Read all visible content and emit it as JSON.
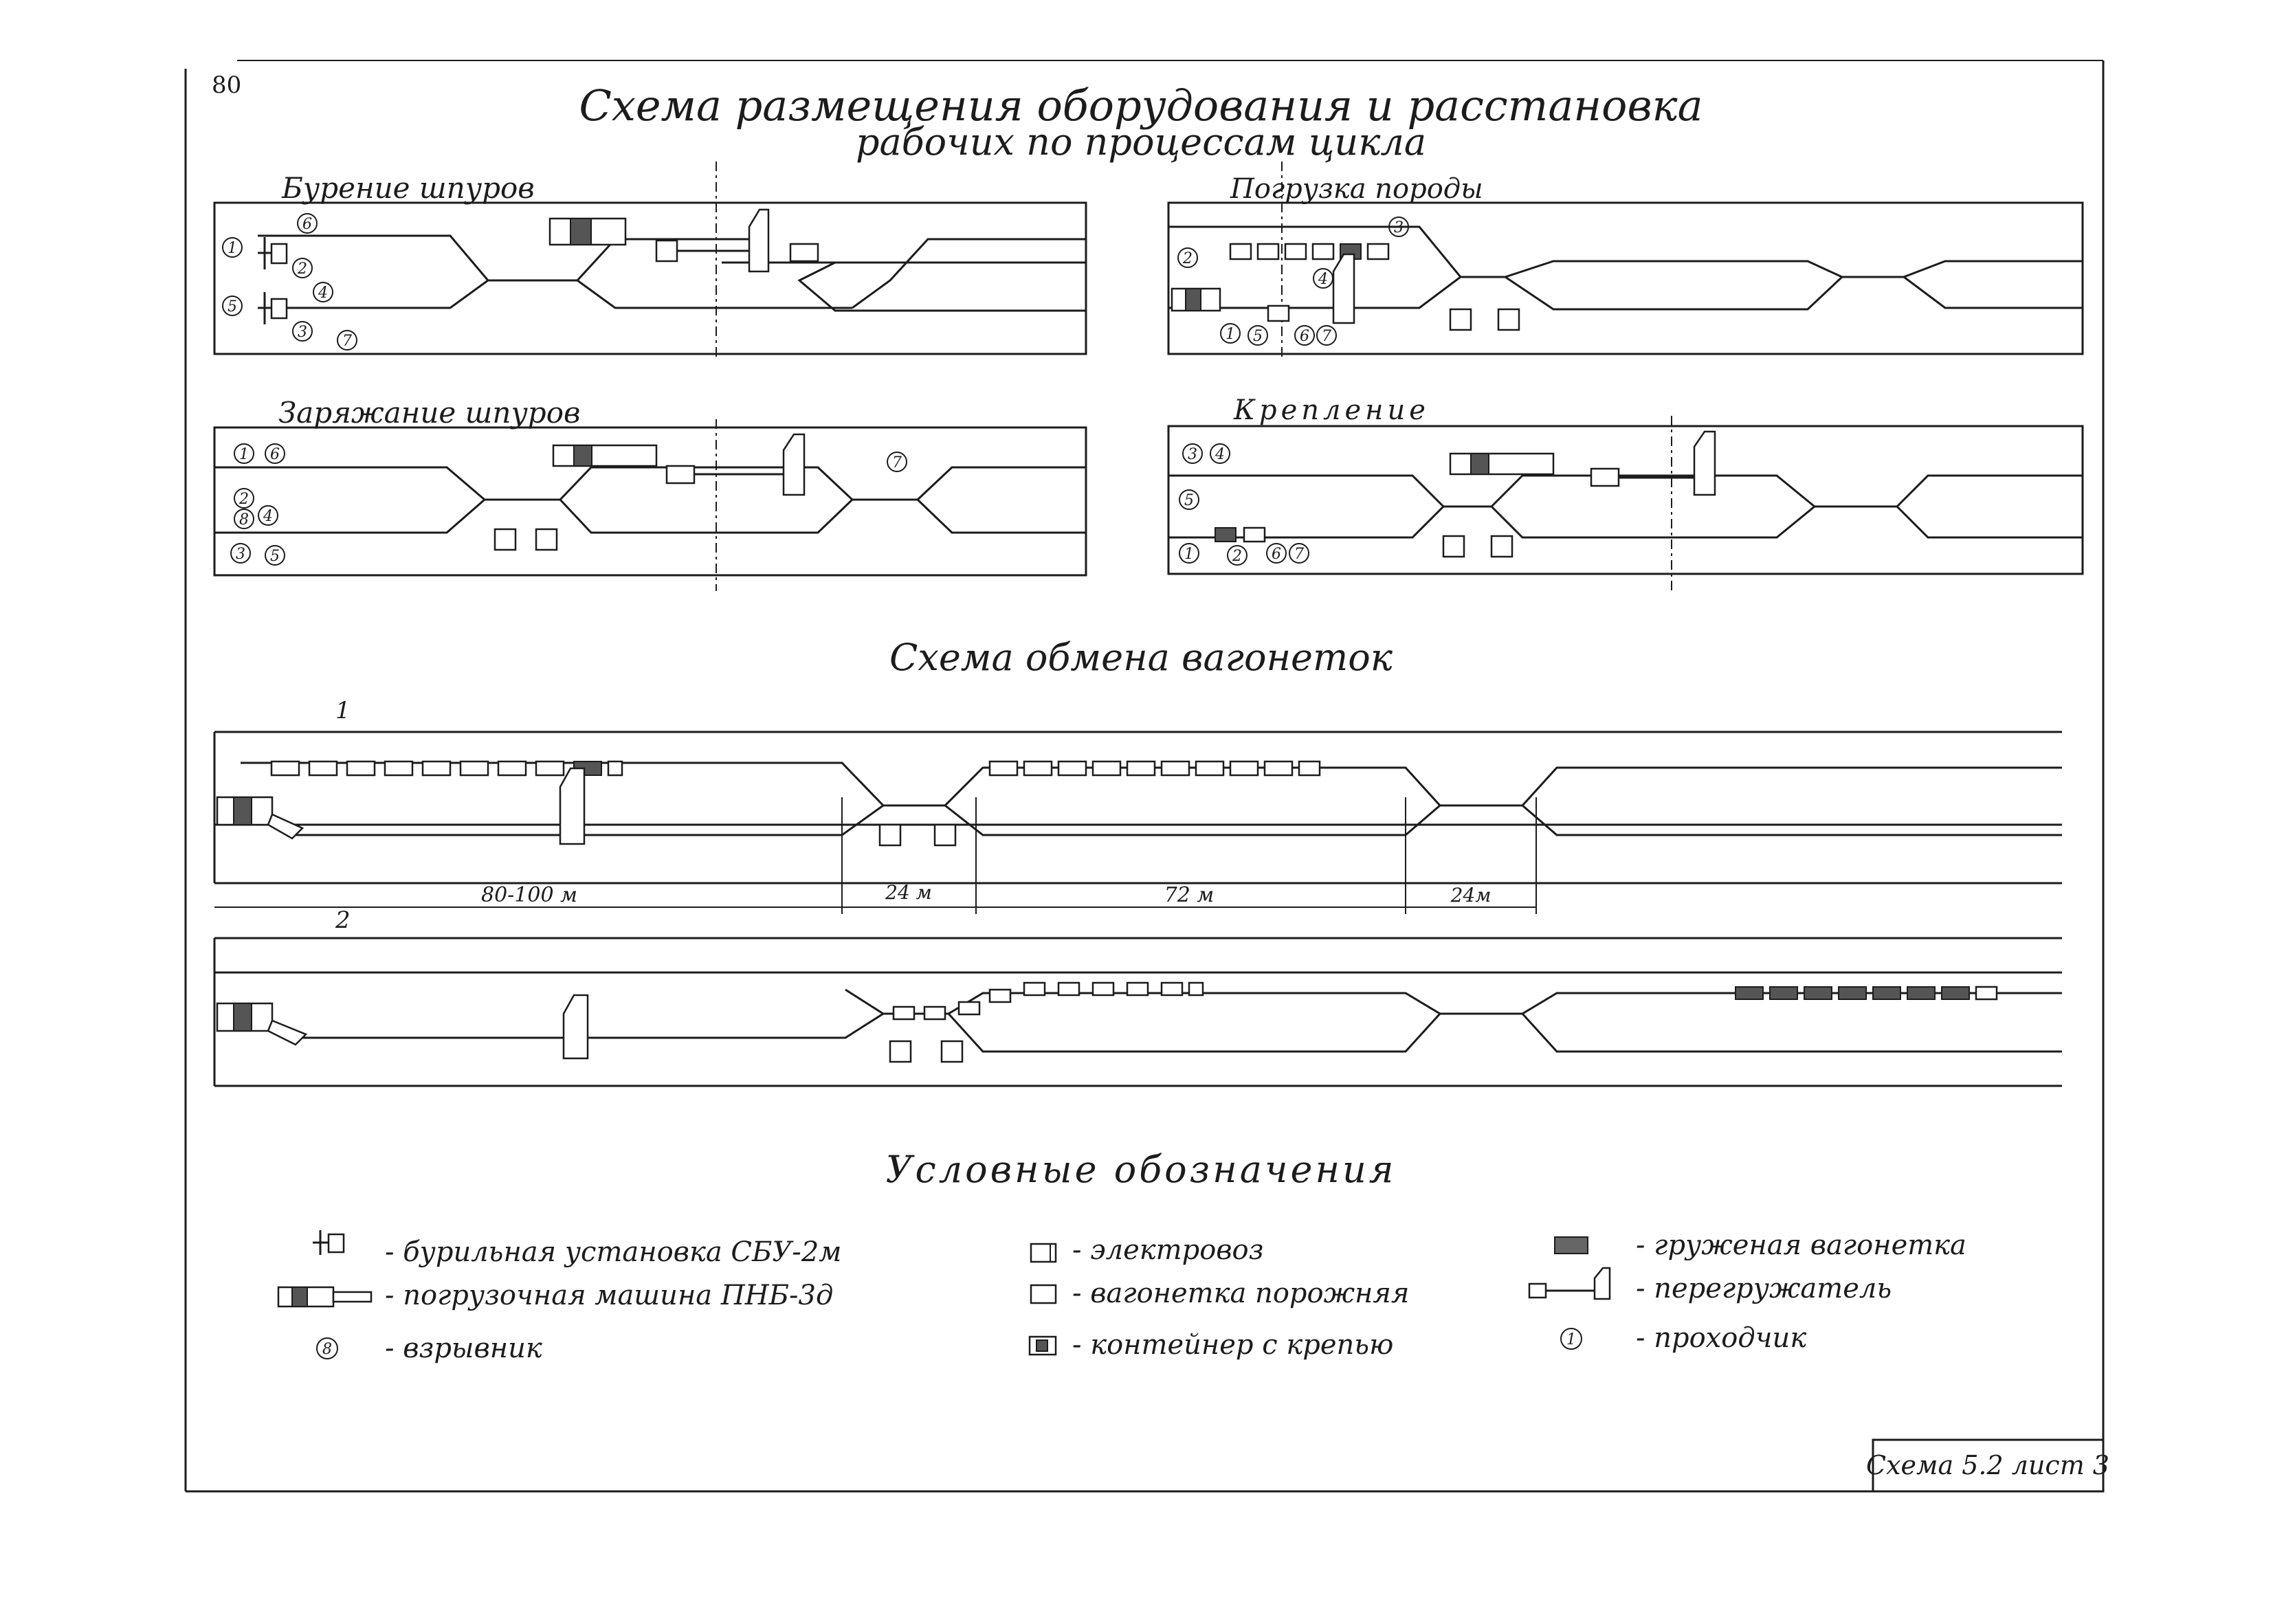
{
  "page_number": "80",
  "title_line1": "Схема размещения оборудования и расстановка",
  "title_line2": "рабочих по процессам цикла",
  "panels": {
    "drilling": {
      "title": "Бурение шпуров",
      "workers": [
        "1",
        "6",
        "2",
        "4",
        "5",
        "3",
        "7"
      ]
    },
    "loading": {
      "title": "Погрузка породы",
      "workers": [
        "3",
        "2",
        "4",
        "1",
        "5",
        "6",
        "7"
      ]
    },
    "charging": {
      "title": "Заряжание шпуров",
      "workers": [
        "1",
        "6",
        "7",
        "2",
        "8",
        "4",
        "3",
        "5"
      ]
    },
    "support": {
      "title": "Крепление",
      "workers": [
        "3",
        "4",
        "5",
        "1",
        "2",
        "6",
        "7"
      ]
    }
  },
  "exchange": {
    "title": "Схема обмена вагонеток",
    "scheme1_label": "1",
    "scheme2_label": "2",
    "dims": [
      "80-100 м",
      "24 м",
      "72 м",
      "24м"
    ]
  },
  "legend": {
    "title": "Условные обозначения",
    "items": {
      "drill_rig": "- бурильная установка СБУ-2м",
      "loader": "- погрузочная машина ПНБ-3д",
      "blaster": "- взрывник",
      "blaster_symbol": "8",
      "locomotive": "- электровоз",
      "empty_car": "- вагонетка порожняя",
      "container": "- контейнер с крепью",
      "loaded_car": "- груженая вагонетка",
      "reloader": "- перегружатель",
      "tunneler": "- проходчик",
      "tunneler_symbol": "1"
    }
  },
  "stamp": "Схема 5.2 лист 3"
}
